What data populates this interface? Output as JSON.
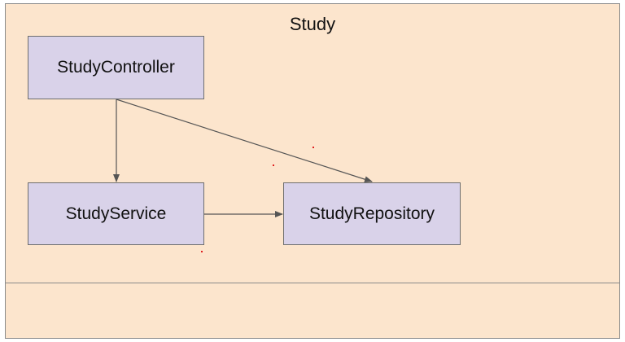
{
  "diagram": {
    "package_label": "Study",
    "nodes": {
      "controller": "StudyController",
      "service": "StudyService",
      "repository": "StudyRepository"
    },
    "edges": [
      {
        "from": "StudyController",
        "to": "StudyService"
      },
      {
        "from": "StudyController",
        "to": "StudyRepository"
      },
      {
        "from": "StudyService",
        "to": "StudyRepository"
      }
    ]
  }
}
